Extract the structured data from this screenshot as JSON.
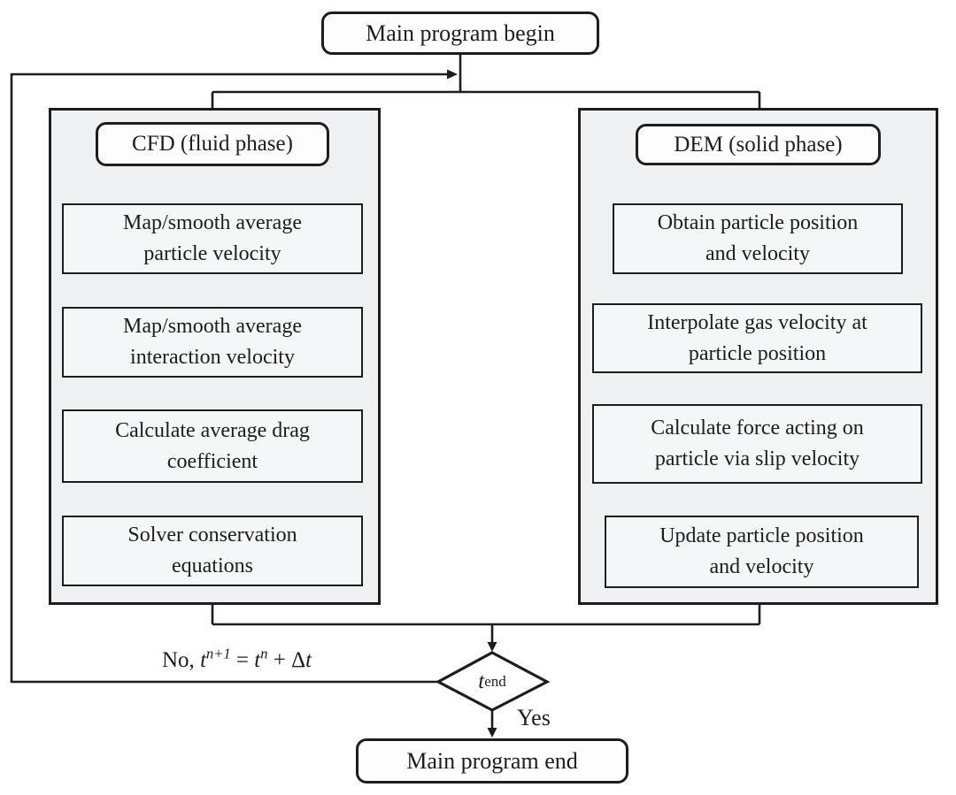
{
  "diagram": {
    "begin_label": "Main program begin",
    "end_label": "Main program end",
    "cfd": {
      "title": "CFD (fluid phase)",
      "steps": [
        "Map/smooth average\nparticle velocity",
        "Map/smooth average\ninteraction velocity",
        "Calculate average drag\ncoefficient",
        "Solver conservation\nequations"
      ]
    },
    "dem": {
      "title": "DEM (solid phase)",
      "steps": [
        "Obtain particle position\nand velocity",
        "Interpolate gas velocity at\nparticle position",
        "Calculate force acting on\nparticle via slip velocity",
        "Update particle position\nand velocity"
      ]
    },
    "decision": {
      "variable": "t",
      "subscript": "end"
    },
    "no_label": {
      "prefix": "No, ",
      "t1": "t",
      "sup1": "n+1",
      "eq": " = ",
      "t2": "t",
      "sup2": "n",
      "plus": " + Δ",
      "t3": "t"
    },
    "yes_label": "Yes",
    "colors": {
      "ink": "#1d1d1f",
      "container_fill": "#eff0f2",
      "box_fill": "#f5f6f8",
      "terminal_fill": "#fdfdfe"
    }
  }
}
